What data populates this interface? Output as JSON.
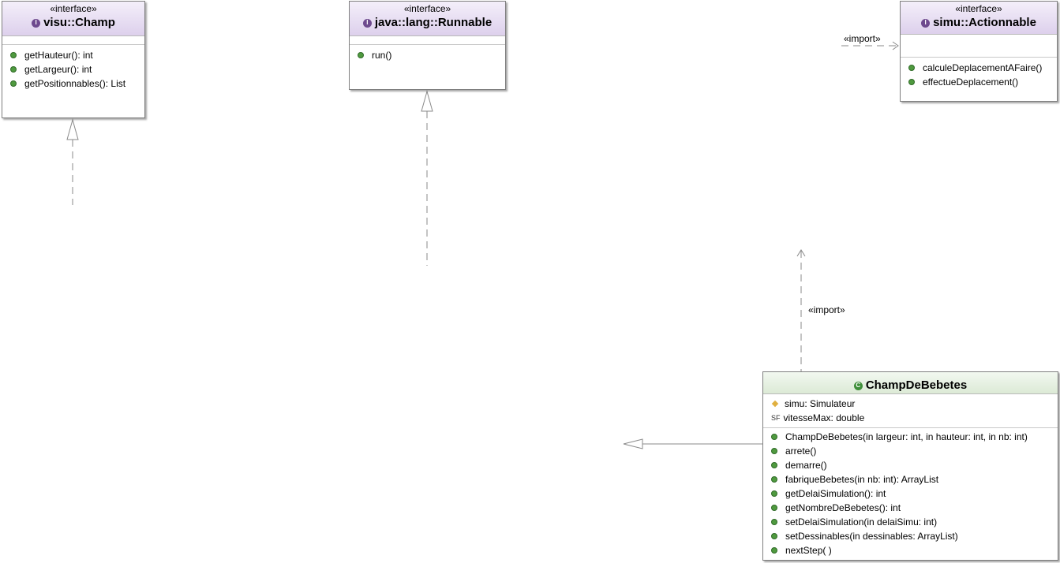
{
  "interfaces": [
    {
      "stereotype": "«interface»",
      "name": "visu::Champ",
      "methods": [
        "getHauteur(): int",
        "getLargeur(): int",
        "getPositionnables(): List"
      ]
    },
    {
      "stereotype": "«interface»",
      "name": "java::lang::Runnable",
      "methods": [
        "run()"
      ]
    },
    {
      "stereotype": "«interface»",
      "name": "simu::Actionnable",
      "methods": [
        "calculeDeplacementAFaire()",
        "effectueDeplacement()"
      ]
    }
  ],
  "class": {
    "name": "ChampDeBebetes",
    "attributes": [
      "simu: Simulateur",
      "vitesseMax: double"
    ],
    "methods": [
      "ChampDeBebetes(in largeur: int, in hauteur: int, in nb: int)",
      "arrete()",
      "demarre()",
      "fabriqueBebetes(in nb: int): ArrayList",
      "getDelaiSimulation(): int",
      "getNombreDeBebetes(): int",
      "setDelaiSimulation(in delaiSimu: int)",
      "setDessinables(in dessinables: ArrayList)",
      "nextStep( )"
    ]
  },
  "edge_labels": [
    "«import»",
    "«import»"
  ],
  "icons": [
    "interface-icon",
    "class-icon",
    "public-method-icon",
    "protected-field-icon",
    "static-final-field-icon",
    "constructor-icon"
  ],
  "colors": {
    "interface_header": "#ddd0ec",
    "class_header": "#dcead6",
    "method_dot": "#4f9a3f",
    "edge": "#8a8a8a"
  }
}
